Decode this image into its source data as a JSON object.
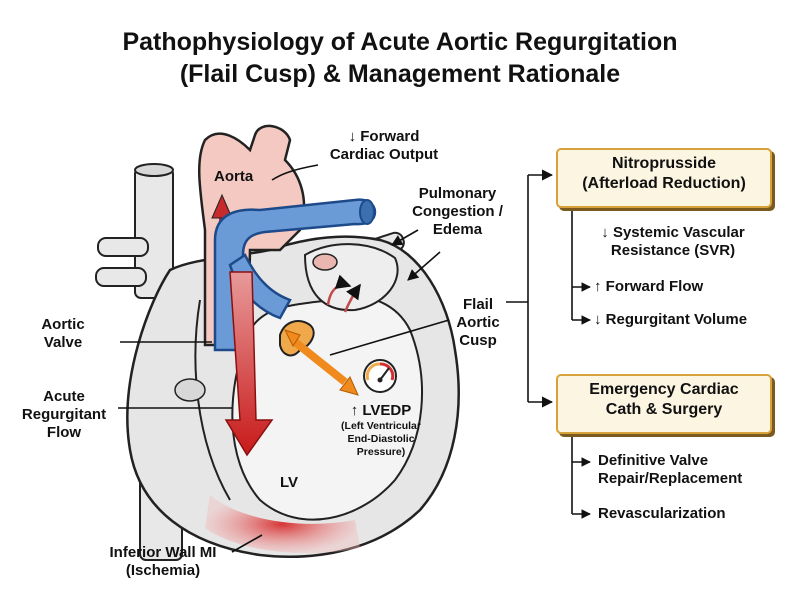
{
  "title_line1": "Pathophysiology of Acute Aortic Regurgitation",
  "title_line2": "(Flail Cusp) & Management Rationale",
  "labels": {
    "aorta": "Aorta",
    "forward_output_1": "↓ Forward",
    "forward_output_2": "Cardiac Output",
    "pulm_1": "Pulmonary",
    "pulm_2": "Congestion /",
    "pulm_3": "Edema",
    "aortic_valve_1": "Aortic",
    "aortic_valve_2": "Valve",
    "flail_1": "Flail",
    "flail_2": "Aortic",
    "flail_3": "Cusp",
    "regurg_1": "Acute",
    "regurg_2": "Regurgitant",
    "regurg_3": "Flow",
    "lvedp": "↑ LVEDP",
    "lvedp_sub_1": "(Left Ventricular",
    "lvedp_sub_2": "End-Diastolic",
    "lvedp_sub_3": "Pressure)",
    "lv": "LV",
    "mi_1": "Inferior Wall MI",
    "mi_2": "(Ischemia)"
  },
  "management": {
    "nitro_1": "Nitroprusside",
    "nitro_2": "(Afterload Reduction)",
    "svr_1": "↓ Systemic Vascular",
    "svr_2": "Resistance (SVR)",
    "forward_flow": "↑ Forward Flow",
    "regurg_volume": "↓ Regurgitant Volume",
    "cath_1": "Emergency Cardiac",
    "cath_2": "Cath & Surgery",
    "repair_1": "Definitive Valve",
    "repair_2": "Repair/Replacement",
    "revasc": "Revascularization"
  },
  "colors": {
    "box_border": "#d8a23a",
    "box_fill": "#fbf5e2",
    "heart_wall": "#e6e6e6",
    "aorta": "#f3c9c2",
    "pulmonary": "#4a7fc1",
    "regurgitant_arrow": "#cc1f1f",
    "flail_arrow": "#f08a1c",
    "ischemia": "#d94040"
  }
}
